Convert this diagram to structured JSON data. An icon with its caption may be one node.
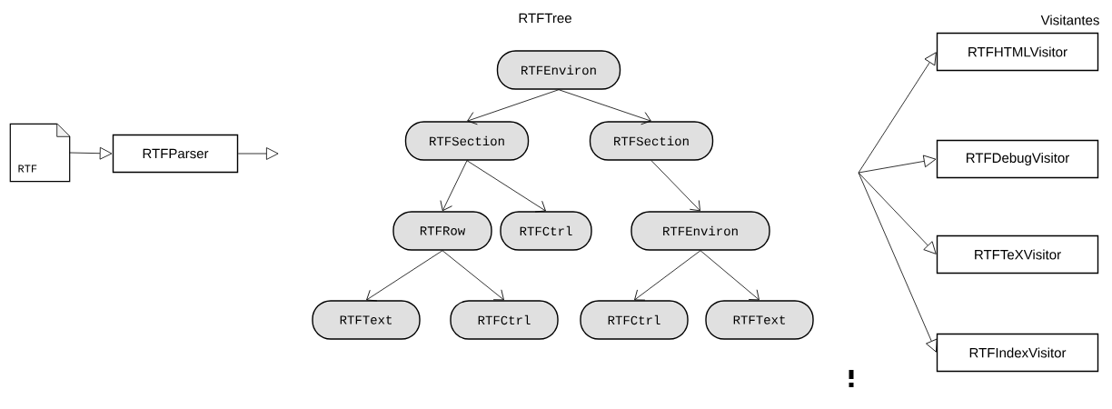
{
  "diagram": {
    "nodes": [
      {
        "text": [
          "RTF"
        ]
      },
      {
        "text": [
          "RTFParser"
        ]
      },
      {
        "text": [
          "RTFEnviron"
        ]
      },
      {
        "text": [
          "RTFSection"
        ]
      },
      {
        "text": [
          "RTFSection"
        ]
      },
      {
        "text": [
          "RTFRow"
        ]
      },
      {
        "text": [
          "RTFCtrl"
        ]
      },
      {
        "text": [
          "RTFEnviron"
        ]
      },
      {
        "text": [
          "RTFText"
        ]
      },
      {
        "text": [
          "RTFCtrl"
        ]
      },
      {
        "text": [
          "RTFCtrl"
        ]
      },
      {
        "text": [
          "RTFText"
        ]
      },
      {
        "text": [
          "RTFHTMLVisitor"
        ]
      },
      {
        "text": [
          "RTFDebugVisitor"
        ]
      },
      {
        "text": [
          "RTFTeXVisitor"
        ]
      },
      {
        "text": [
          "RTFIndexVisitor"
        ]
      }
    ],
    "edges": [
      {
        "from": 0,
        "to": 1,
        "arrow": "to"
      },
      {
        "from": 1,
        "to": null,
        "arrow": "to"
      },
      {
        "from": 2,
        "to": 3,
        "arrow": "to"
      },
      {
        "from": 2,
        "to": 4,
        "arrow": "to"
      },
      {
        "from": 3,
        "to": 5,
        "arrow": "to"
      },
      {
        "from": 3,
        "to": 6,
        "arrow": "to"
      },
      {
        "from": 4,
        "to": 7,
        "arrow": "to"
      },
      {
        "from": 5,
        "to": 8,
        "arrow": "to"
      },
      {
        "from": 5,
        "to": 9,
        "arrow": "to"
      },
      {
        "from": 7,
        "to": 10,
        "arrow": "to"
      },
      {
        "from": 7,
        "to": 11,
        "arrow": "to"
      },
      {
        "from": null,
        "to": 12,
        "arrow": "to"
      },
      {
        "from": null,
        "to": 13,
        "arrow": "to"
      },
      {
        "from": null,
        "to": 14,
        "arrow": "to"
      },
      {
        "from": null,
        "to": 15,
        "arrow": "to"
      }
    ],
    "labels": [
      "RTFTree",
      "Visitantes"
    ]
  }
}
